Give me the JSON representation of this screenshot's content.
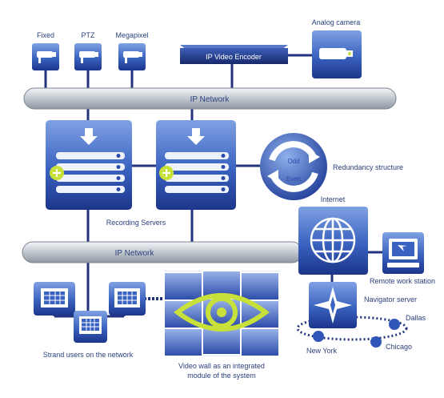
{
  "cameras": {
    "fixed": "Fixed",
    "ptz": "PTZ",
    "megapixel": "Megapixel",
    "analog": "Analog camera"
  },
  "encoder": {
    "label": "IP Video Encoder"
  },
  "network_top": {
    "label": "IP Network"
  },
  "network_bottom": {
    "label": "IP Network"
  },
  "recording": {
    "label": "Recording Servers"
  },
  "redundancy": {
    "label": "Redundancy structure",
    "odd": "Odd",
    "even": "Even"
  },
  "internet": {
    "label": "Internet"
  },
  "remote": {
    "label": "Remote work station"
  },
  "navigator": {
    "label": "Navigator server"
  },
  "cities": {
    "dallas": "Dallas",
    "new_york": "New York",
    "chicago": "Chicago"
  },
  "users": {
    "label": "Strand users on the network"
  },
  "videowall": {
    "line1": "Video wall as an integrated",
    "line2": "module of the system"
  },
  "colors": {
    "box_light": "#6b8ed6",
    "box_dark": "#1f3a8f",
    "pipe": "#9aa3ad",
    "line": "#23347e",
    "accent_green": "#c7e03a",
    "text": "#2a3f7d"
  }
}
